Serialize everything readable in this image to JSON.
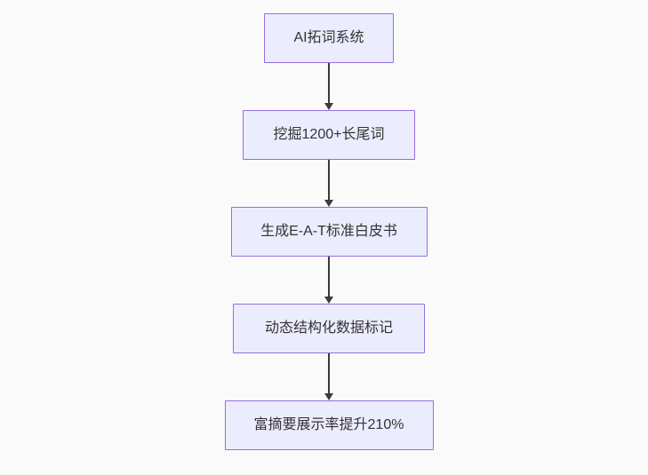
{
  "theme": {
    "background": "#fafafa",
    "node_fill": "#ececff",
    "node_border": "#9370db",
    "node_text": "#333333",
    "edge_color": "#3b3b3b"
  },
  "flowchart": {
    "type": "flowchart",
    "direction": "top-down",
    "nodes": [
      {
        "label": "AI拓词系统"
      },
      {
        "label": "挖掘1200+长尾词"
      },
      {
        "label": "生成E-A-T标准白皮书"
      },
      {
        "label": "动态结构化数据标记"
      },
      {
        "label": "富摘要展示率提升210%"
      }
    ],
    "edges": [
      {
        "from": 0,
        "to": 1,
        "style": "arrow-down"
      },
      {
        "from": 1,
        "to": 2,
        "style": "arrow-down"
      },
      {
        "from": 2,
        "to": 3,
        "style": "arrow-down"
      },
      {
        "from": 3,
        "to": 4,
        "style": "arrow-down"
      }
    ]
  }
}
